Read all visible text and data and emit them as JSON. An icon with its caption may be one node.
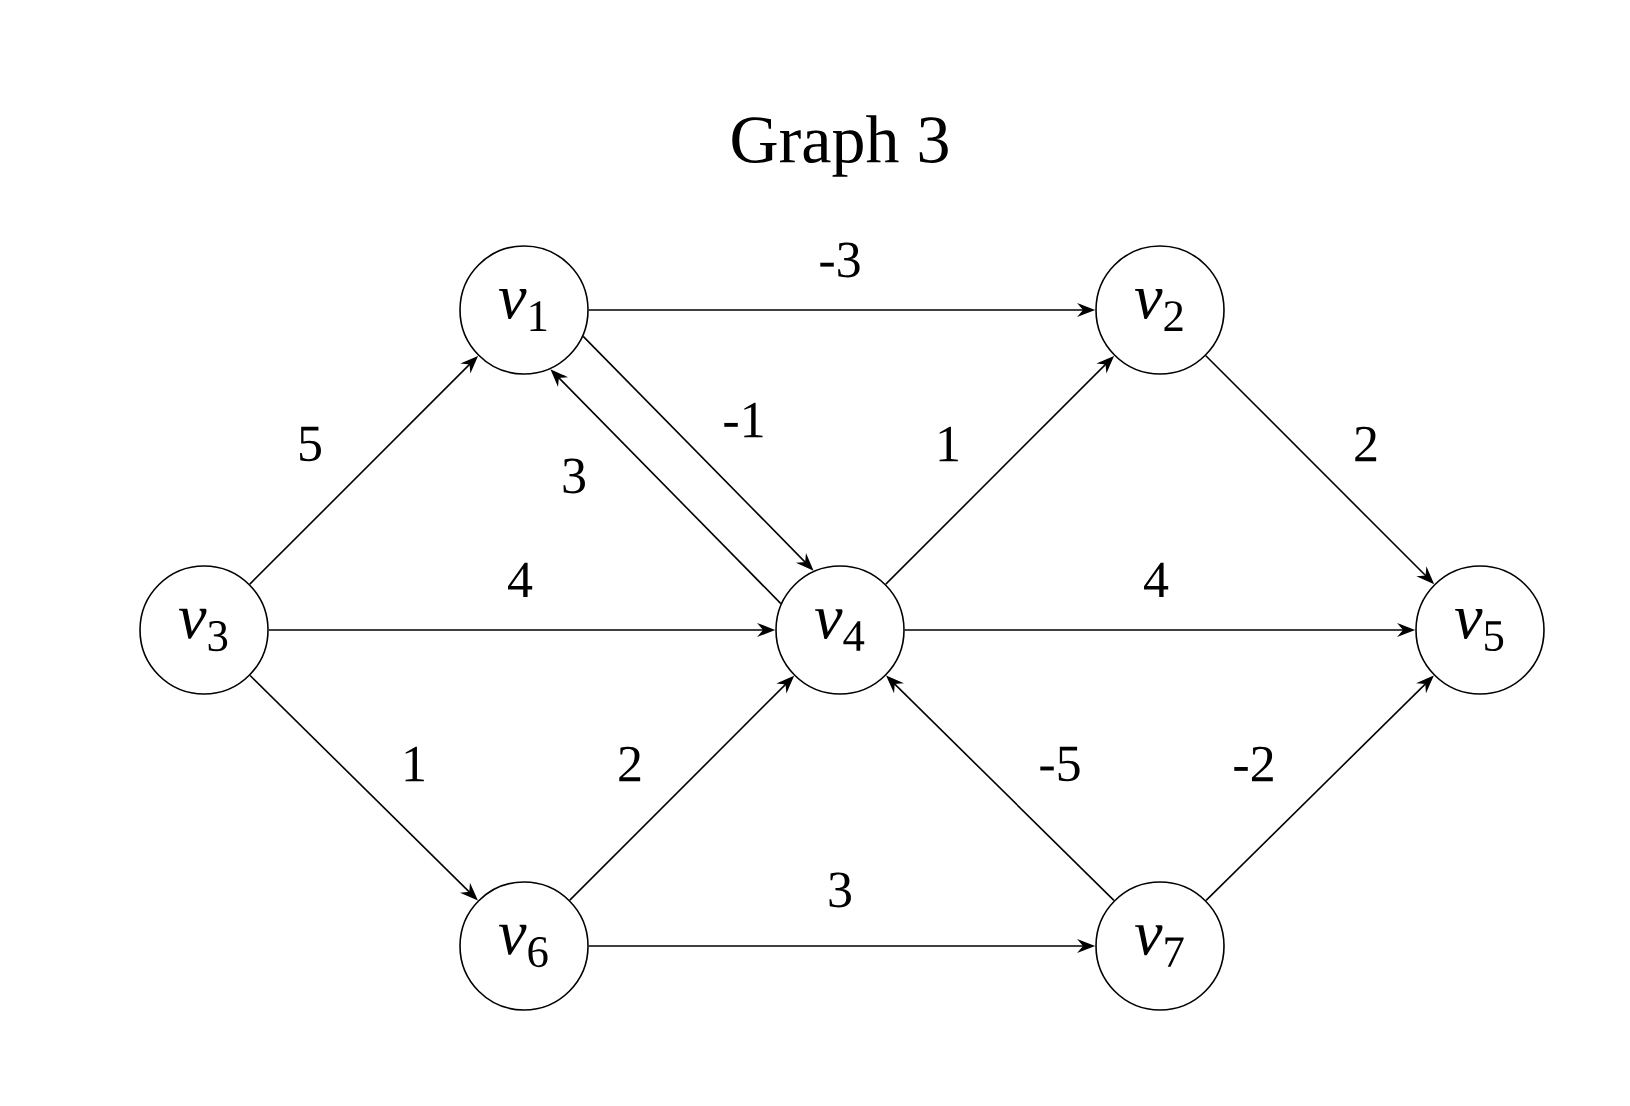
{
  "diagram": {
    "title": "Graph 3",
    "nodes": [
      {
        "text": [
          "*v*$_{1}$"
        ]
      },
      {
        "text": [
          "*v*$_{2}$"
        ]
      },
      {
        "text": [
          "*v*$_{3}$"
        ]
      },
      {
        "text": [
          "*v*$_{4}$"
        ]
      },
      {
        "text": [
          "*v*$_{5}$"
        ]
      },
      {
        "text": [
          "*v*$_{6}$"
        ]
      },
      {
        "text": [
          "*v*$_{7}$"
        ]
      }
    ],
    "edges": [
      {
        "from": 0,
        "to": 1,
        "arrow": "to",
        "label": "-3"
      },
      {
        "from": 2,
        "to": 0,
        "arrow": "to",
        "label": "5"
      },
      {
        "from": 0,
        "to": 3,
        "arrow": "to",
        "label": "-1"
      },
      {
        "from": 3,
        "to": 0,
        "arrow": "to",
        "label": "3"
      },
      {
        "from": 2,
        "to": 3,
        "arrow": "to",
        "label": "4"
      },
      {
        "from": 3,
        "to": 1,
        "arrow": "to",
        "label": "1"
      },
      {
        "from": 1,
        "to": 4,
        "arrow": "to",
        "label": "2"
      },
      {
        "from": 3,
        "to": 4,
        "arrow": "to",
        "label": "4"
      },
      {
        "from": 2,
        "to": 5,
        "arrow": "to",
        "label": "1"
      },
      {
        "from": 5,
        "to": 3,
        "arrow": "to",
        "label": "2"
      },
      {
        "from": 6,
        "to": 3,
        "arrow": "to",
        "label": "-5"
      },
      {
        "from": 6,
        "to": 4,
        "arrow": "to",
        "label": "-2"
      },
      {
        "from": 5,
        "to": 6,
        "arrow": "to",
        "label": "3"
      }
    ]
  }
}
